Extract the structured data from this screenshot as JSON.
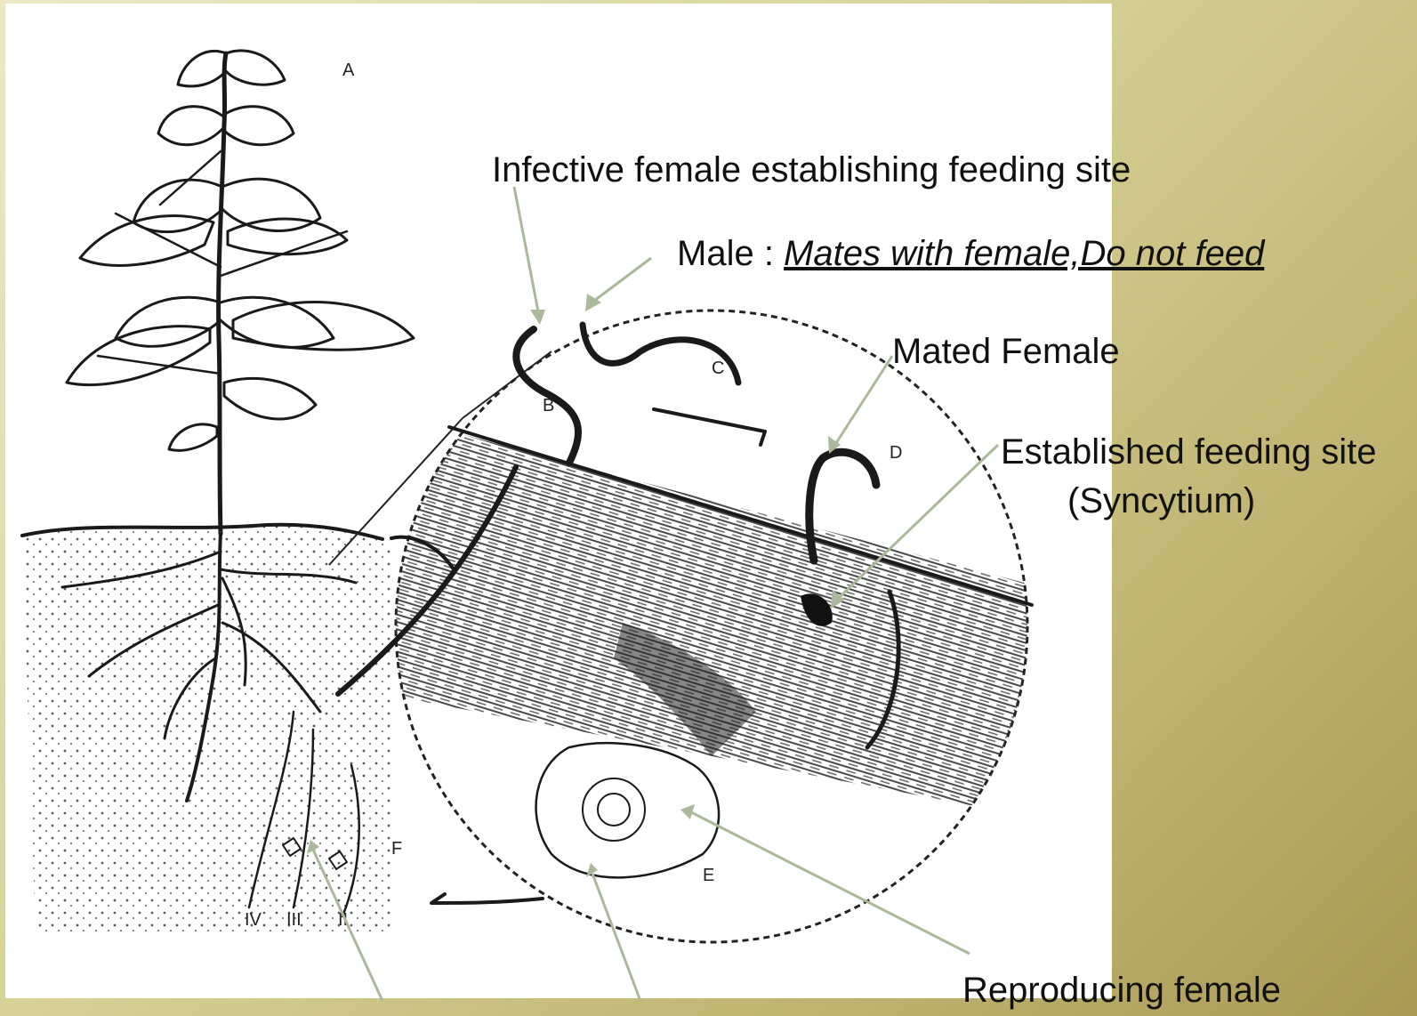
{
  "labels": {
    "infective_female": "Infective female establishing feeding site",
    "male_prefix": "Male : ",
    "male_note": "Mates with female,Do not feed",
    "mated_female": "Mated Female",
    "feeding_site_line1": "Established feeding site",
    "feeding_site_line2": "(Syncytium)",
    "reproducing_female": "Reproducing female"
  },
  "figure_letters": [
    "A",
    "B",
    "C",
    "D",
    "E",
    "F",
    "IV",
    "III",
    "II"
  ],
  "colors": {
    "background_gradient": [
      "#ece9c4",
      "#a89a55"
    ],
    "panel": "#ffffff",
    "pointer_arrow": "#a9b99a",
    "sketch": "#1a1a1a"
  }
}
